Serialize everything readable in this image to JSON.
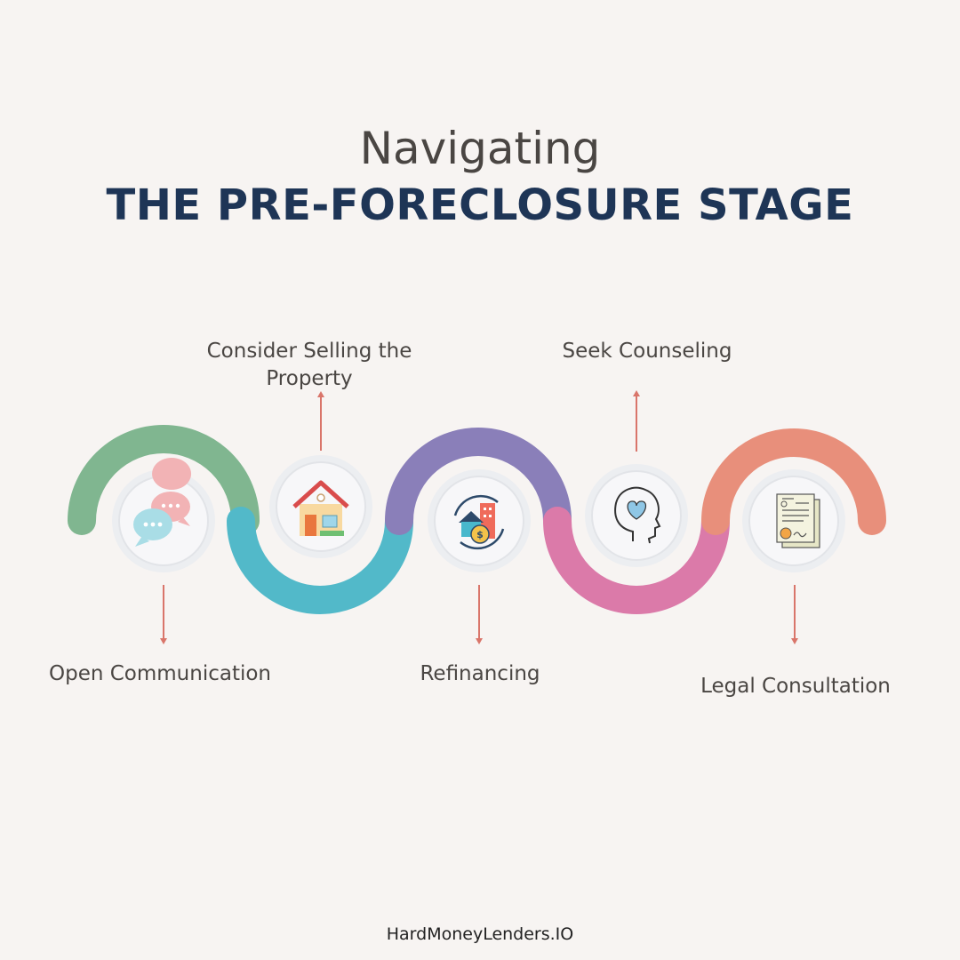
{
  "title": {
    "line1": "Navigating",
    "line2": "THE PRE-FORECLOSURE STAGE"
  },
  "steps": [
    {
      "label": "Open Communication",
      "icon": "chat-bubbles-icon",
      "color": "#80b690"
    },
    {
      "label": "Consider Selling the Property",
      "icon": "house-icon",
      "color": "#52b9c9"
    },
    {
      "label": "Refinancing",
      "icon": "refinance-house-icon",
      "color": "#8a7fb9"
    },
    {
      "label": "Seek Counseling",
      "icon": "head-heart-icon",
      "color": "#db7aa9"
    },
    {
      "label": "Legal Consultation",
      "icon": "legal-document-icon",
      "color": "#e88f7b"
    }
  ],
  "arrow_color": "#d9756a",
  "footer": "HardMoneyLenders.IO"
}
